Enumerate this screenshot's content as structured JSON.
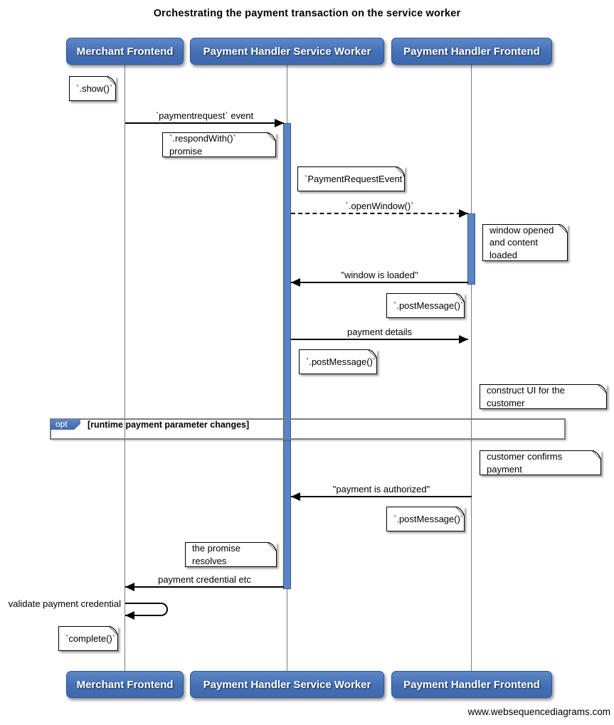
{
  "title": "Orchestrating the payment transaction on the service worker",
  "footer": "www.websequencediagrams.com",
  "colors": {
    "actor_fill": "#4d7ec0",
    "actor_border": "#2c5496",
    "activation_fill": "#5b84c4",
    "activation_border": "#31598f",
    "lifeline": "#7d7d7d",
    "fragment_border": "#7d7d7d",
    "note_bg": "#ffffff",
    "text": "#000000"
  },
  "actors": [
    {
      "label": "Merchant Frontend"
    },
    {
      "label": "Payment Handler Service Worker"
    },
    {
      "label": "Payment Handler Frontend"
    }
  ],
  "messages": [
    {
      "label": "`paymentrequest` event",
      "from": "Merchant Frontend",
      "to": "Payment Handler Service Worker",
      "style": "solid"
    },
    {
      "label": "`.openWindow()`",
      "from": "Payment Handler Service Worker",
      "to": "Payment Handler Frontend",
      "style": "dashed"
    },
    {
      "label": "\"window is loaded\"",
      "from": "Payment Handler Frontend",
      "to": "Payment Handler Service Worker",
      "style": "solid"
    },
    {
      "label": "payment details",
      "from": "Payment Handler Service Worker",
      "to": "Payment Handler Frontend",
      "style": "solid"
    },
    {
      "label": "\"payment is authorized\"",
      "from": "Payment Handler Frontend",
      "to": "Payment Handler Service Worker",
      "style": "solid"
    },
    {
      "label": "payment credential etc",
      "from": "Payment Handler Service Worker",
      "to": "Merchant Frontend",
      "style": "solid"
    },
    {
      "label": "validate payment credential",
      "from": "Merchant Frontend",
      "to": "Merchant Frontend",
      "style": "self"
    }
  ],
  "notes": [
    {
      "text": "`.show()`"
    },
    {
      "text": "`.respondWith()` promise"
    },
    {
      "text": "`PaymentRequestEvent`"
    },
    {
      "text": "window opened\nand content loaded"
    },
    {
      "text": "`.postMessage()`"
    },
    {
      "text": "`.postMessage()`"
    },
    {
      "text": "construct UI for the customer"
    },
    {
      "text": "customer confirms payment"
    },
    {
      "text": "`.postMessage()`"
    },
    {
      "text": "the promise resolves"
    },
    {
      "text": "`complete()`"
    }
  ],
  "fragment": {
    "operator": "opt",
    "condition": "[runtime payment parameter changes]"
  }
}
